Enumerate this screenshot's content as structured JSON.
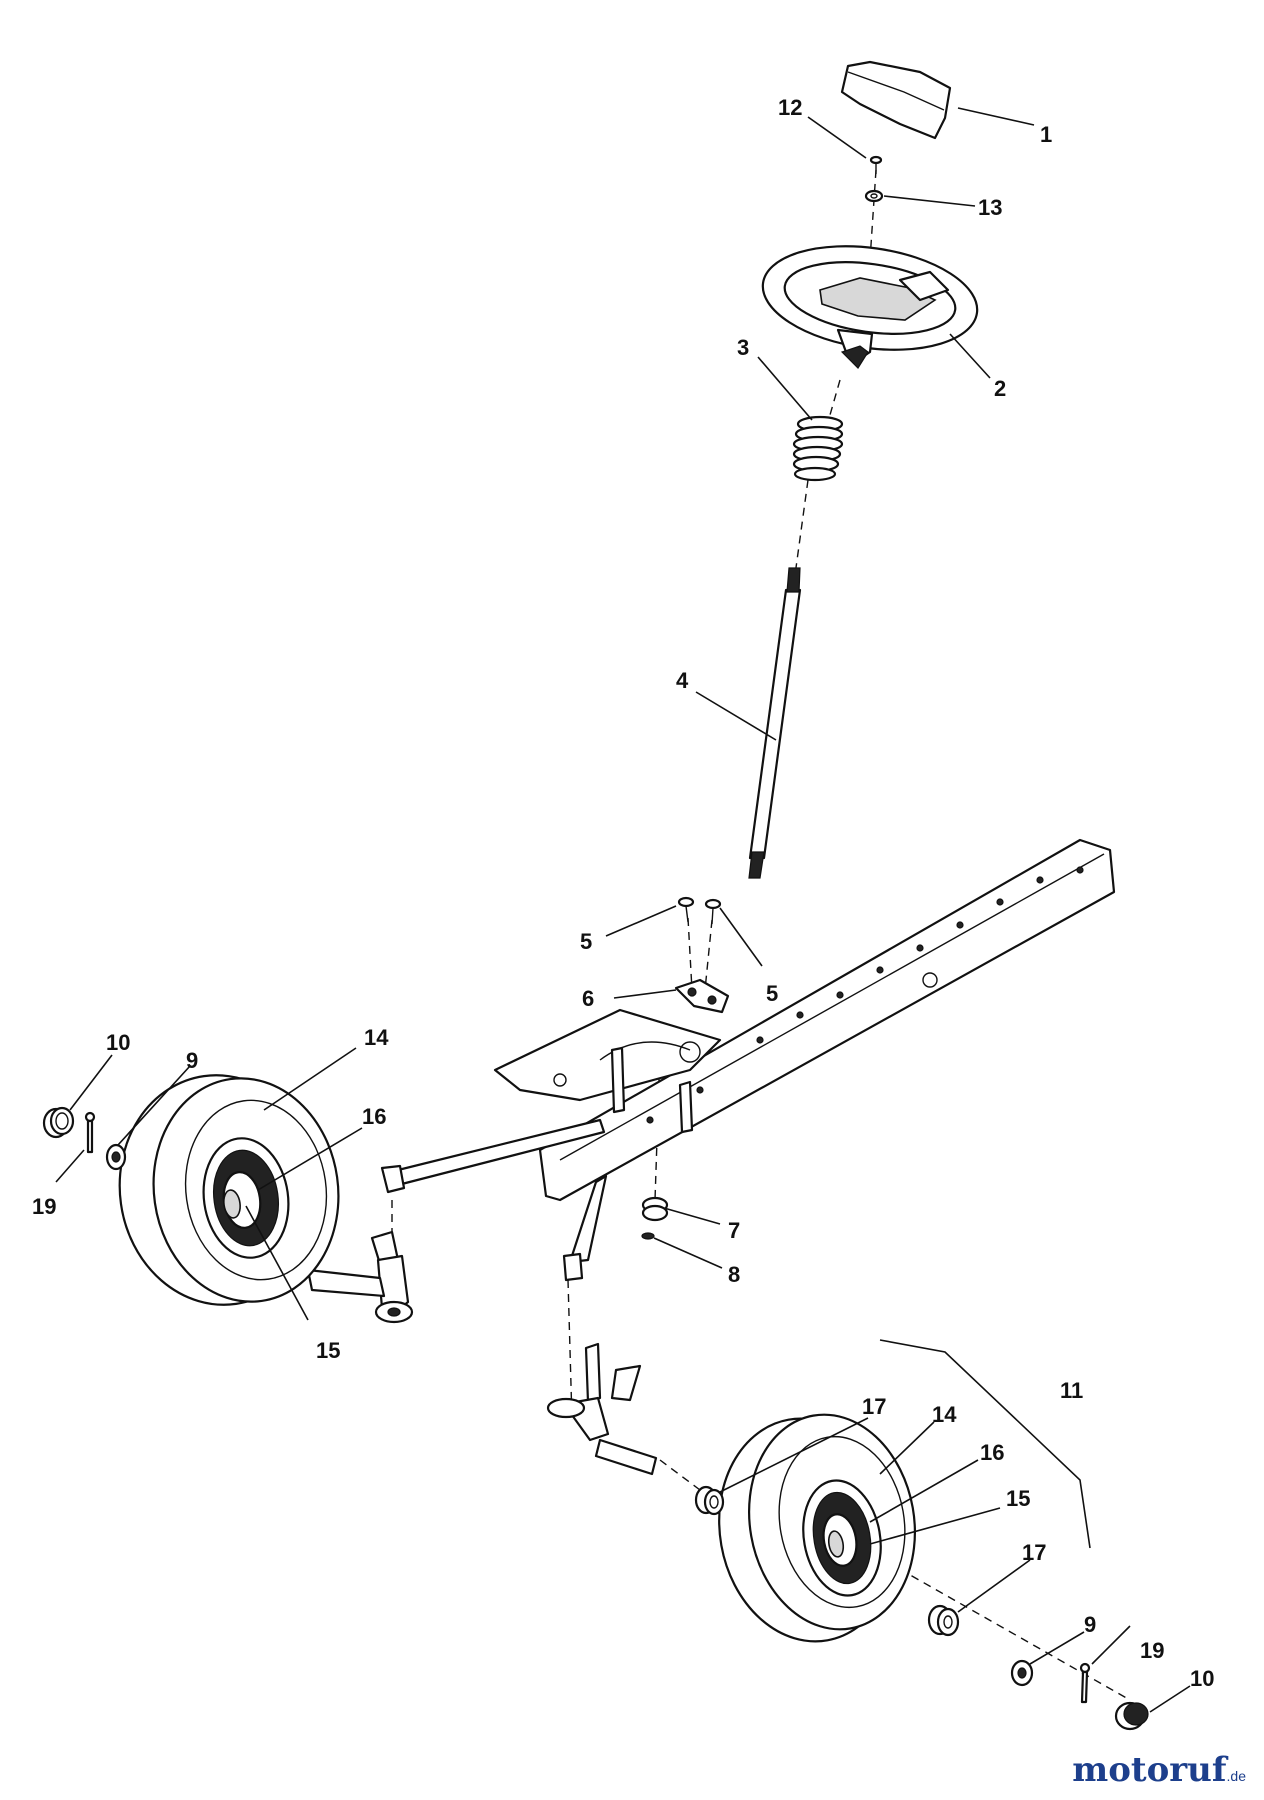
{
  "diagram": {
    "callouts": [
      "1",
      "2",
      "3",
      "4",
      "5",
      "5",
      "6",
      "7",
      "8",
      "9",
      "9",
      "10",
      "10",
      "11",
      "12",
      "13",
      "14",
      "14",
      "15",
      "15",
      "16",
      "16",
      "17",
      "17",
      "19",
      "19"
    ]
  },
  "watermark": {
    "text": "motoruf",
    "suffix": ".de"
  }
}
